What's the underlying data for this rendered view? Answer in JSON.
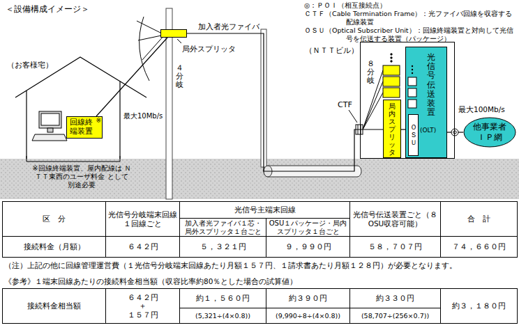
{
  "diagram": {
    "nodes": [
      {
        "text": [
          "（お客様宅）"
        ]
      },
      {
        "text": [
          "回線終端装置",
          "※"
        ],
        "in": 0
      },
      {
        "text": [
          "局外スプリッタ"
        ]
      },
      {
        "text": [
          "（ＮＴＴビル）"
        ]
      },
      {
        "text": [
          "局内スプリッタ"
        ],
        "in": 3
      },
      {
        "text": [
          "光信号伝送装置",
          "(OLT)"
        ],
        "in": 3
      },
      {
        "text": [
          "ＯＳＵ"
        ],
        "in": 5
      },
      {
        "text": [
          "他事業者 ＩＰ網"
        ]
      }
    ],
    "edges": [
      {
        "from": 1,
        "to": 2,
        "arrow": "none",
        "label": "最大10Mb/s"
      },
      {
        "from": 2,
        "to": 4,
        "arrow": "none"
      },
      {
        "from": 4,
        "to": 6,
        "arrow": "none"
      },
      {
        "from": 5,
        "to": 7,
        "arrow": "none",
        "label": "最大100Mb/s"
      }
    ],
    "labels": [
      "＜設備構成イメージ＞",
      "◎：ＰＯＩ（相互接続点）",
      "ＣＴＦ（Cable Termination Frame）：光ファイバ回線を収容する配線装置",
      "ＯＳＵ（Optical Subscriber Unit）：回線終端装置と対向して光信号を伝送する装置（パッケージ）",
      "４分岐",
      "加入者光ファイバ",
      "※回線終端装置、屋内配線は ＮＴＴ東西のユーザ料金 として別途必要",
      "８分岐",
      "CTF",
      "区　分",
      "光信号分岐端末回線１回線ごと",
      "光信号主端末回線",
      "加入者光ファイバ１芯・局外スプリッタ１台ごと",
      "OSU１パッケージ・局内スプリッタ１台ごと",
      "光信号伝送装置ごと（８OSU収容可能）",
      "合　計",
      "接続料金（月額）",
      "６４２円",
      "５，３２１円",
      "９，９９０円",
      "５８，７０７円",
      "７４，６６０円",
      "（注）上記の他に回線管理運営費（１光信号分岐端末回線あたり月額１５７円、１請求書あたり月額１２８円）が必要となります。",
      "《参考》１端末回線あたりの接続料金相当額（収容比率約80％とした場合の試算値）",
      "接続料金相当額",
      "６４２円",
      "＋",
      "１５７円",
      "約１，５６０円",
      "(5,321÷(4×0.8))",
      "約３９０円",
      "(9,990÷8÷(4×0.8))",
      "約３３０円",
      "(58,707÷(256×0.7))",
      "約３，１８０円"
    ]
  }
}
